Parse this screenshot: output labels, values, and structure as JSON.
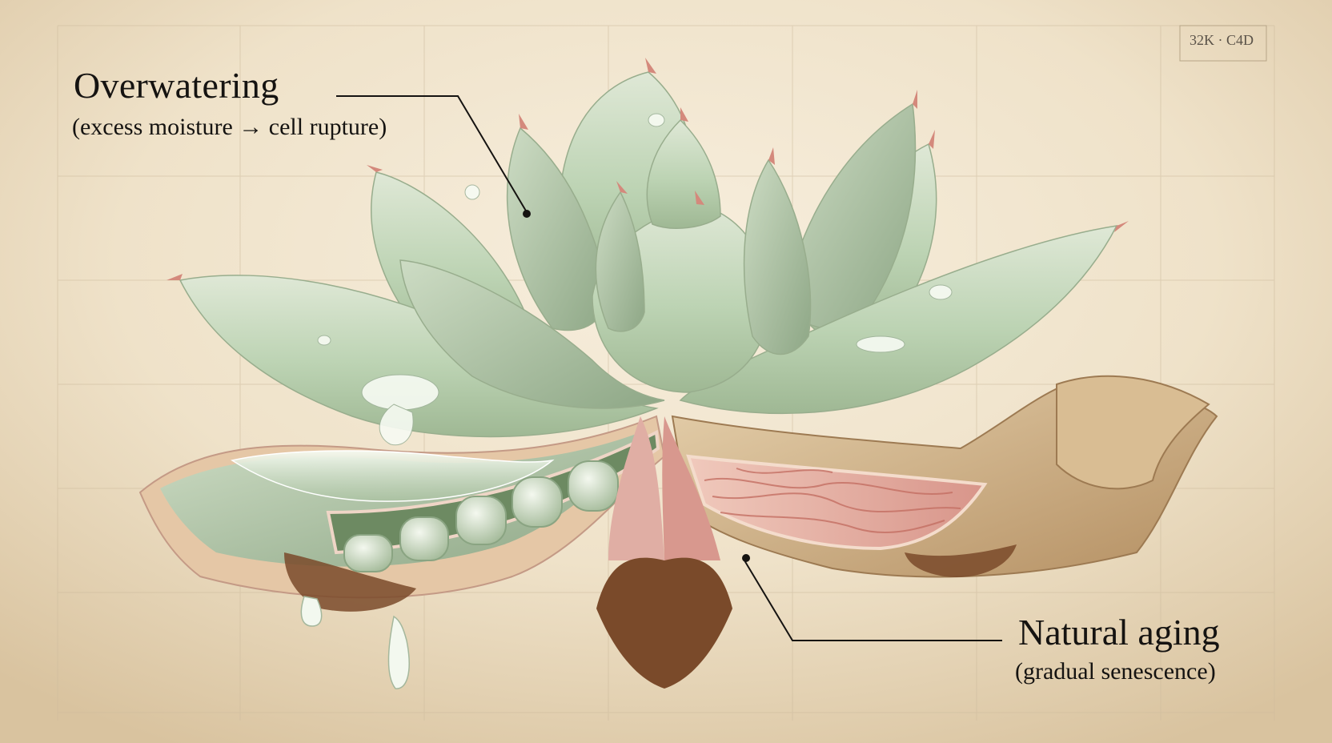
{
  "annotations": {
    "overwatering": {
      "title": "Overwatering",
      "subtitle": "(excess moisture → cell rupture)"
    },
    "natural_aging": {
      "title": "Natural aging",
      "subtitle": "(gradual senescence)"
    }
  },
  "corner_tag": "32K · C4D",
  "colors": {
    "background": "#eadcc4",
    "leaf_green": "#bcd3b3",
    "leaf_tip_pink": "#d4897c",
    "tissue_pink": "#e2a398",
    "dry_leaf_tan": "#c6a77e",
    "root_brown": "#7a4a2a",
    "label_text": "#151311"
  },
  "icons": [
    "pointer-line-icon",
    "water-droplet-icon",
    "cell-cluster-icon"
  ]
}
